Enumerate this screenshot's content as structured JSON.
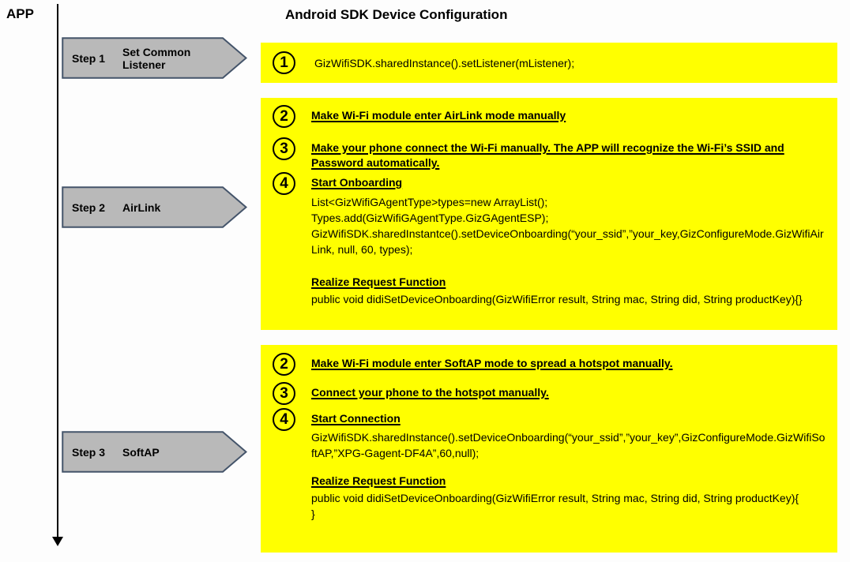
{
  "app_label": "APP",
  "title": "Android SDK Device Configuration",
  "accent_colors": {
    "panel_yellow": "#ffff00",
    "arrow_fill": "#b9b9b9",
    "arrow_border": "#44546a"
  },
  "steps": [
    {
      "step": "Step 1",
      "label": "Set Common Listener"
    },
    {
      "step": "Step 2",
      "label": "AirLink"
    },
    {
      "step": "Step 3",
      "label": "SoftAP"
    }
  ],
  "box1": {
    "num": "1",
    "code": "GizWifiSDK.sharedInstance().setListener(mListener);"
  },
  "box2": {
    "step2": {
      "num": "2",
      "heading": "Make Wi-Fi module enter AirLink mode manually"
    },
    "step3": {
      "num": "3",
      "heading": "Make your phone connect the Wi-Fi manually. The APP will recognize the Wi-Fi’s SSID and Password automatically."
    },
    "step4": {
      "num": "4",
      "heading": "Start Onboarding",
      "code": "List<GizWifiGAgentType>types=new ArrayList();\nTypes.add(GizWifiGAgentType.GizGAgentESP);\nGizWifiSDK.sharedInstantce().setDeviceOnboarding(“your_ssid”,”your_key,GizConfigureMode.GizWifiAirLink, null, 60, types);",
      "sub_heading": "Realize Request Function",
      "sub_code": "public void didiSetDeviceOnboarding(GizWifiError result, String mac, String did, String productKey){}"
    }
  },
  "box3": {
    "step2": {
      "num": "2",
      "heading": "Make Wi-Fi module enter SoftAP mode to spread a hotspot manually."
    },
    "step3": {
      "num": "3",
      "heading": "Connect your phone to the hotspot manually."
    },
    "step4": {
      "num": "4",
      "heading": "Start Connection",
      "code": "GizWifiSDK.sharedInstance().setDeviceOnboarding(“your_ssid”,”your_key”,GizConfigureMode.GizWifiSoftAP,”XPG-Gagent-DF4A”,60,null);",
      "sub_heading": "Realize Request Function",
      "sub_code": "public void didiSetDeviceOnboarding(GizWifiError result, String mac, String did, String productKey){\n}"
    }
  }
}
